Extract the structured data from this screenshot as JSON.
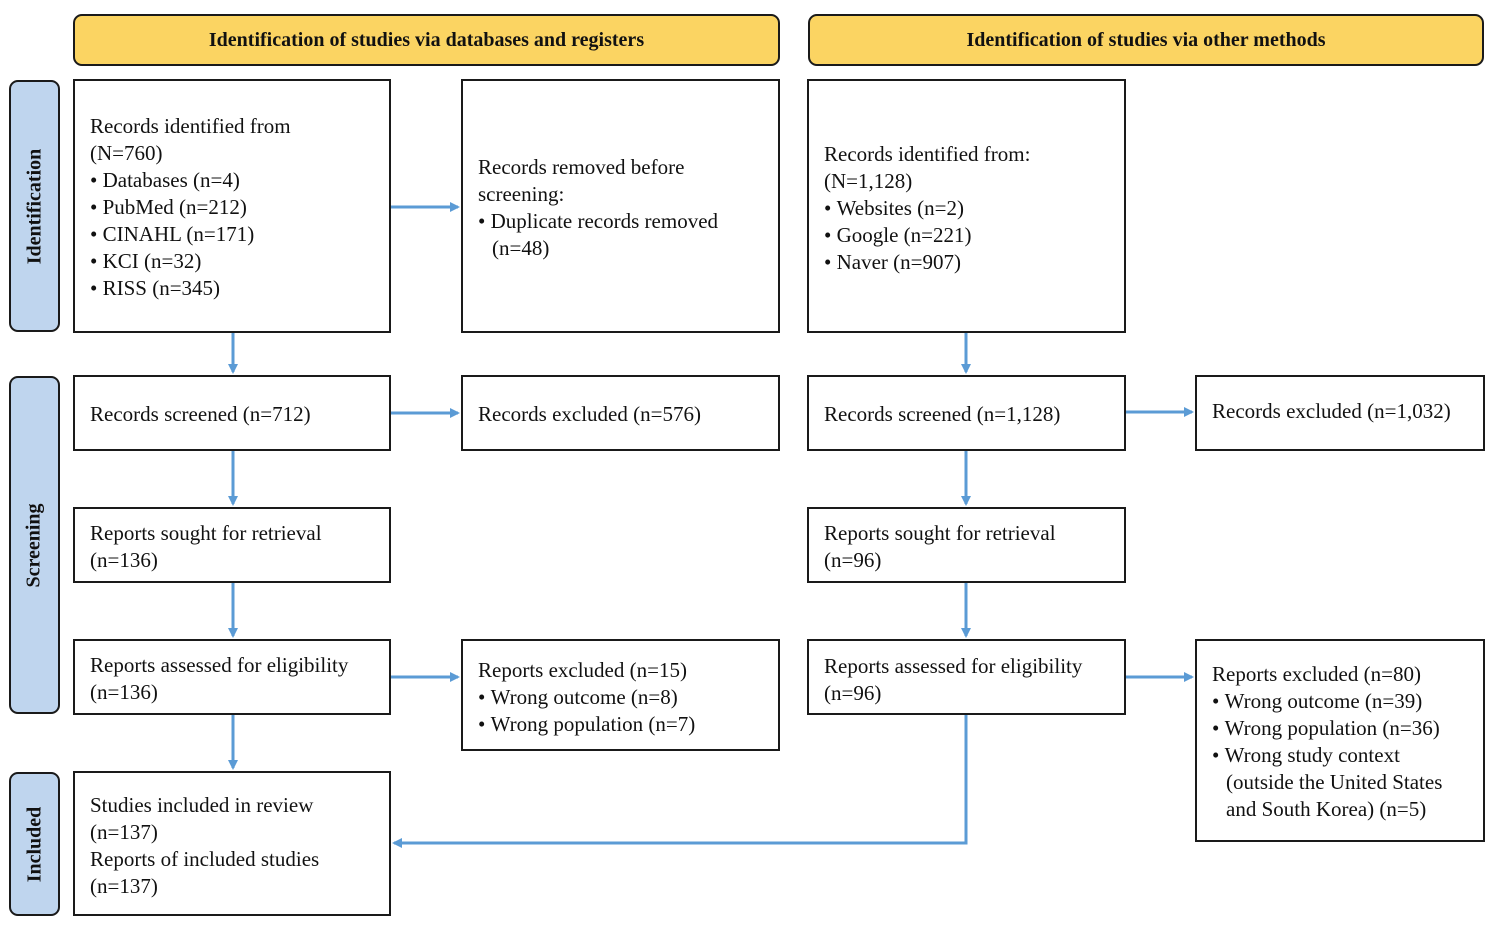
{
  "headers": {
    "left": "Identification of studies via databases and registers",
    "right": "Identification of studies via other methods"
  },
  "stages": {
    "identification": "Identification",
    "screening": "Screening",
    "included": "Included"
  },
  "left": {
    "identified": {
      "title": "Records identified from",
      "count": "(N=760)",
      "items": [
        "Databases (n=4)",
        "PubMed (n=212)",
        "CINAHL (n=171)",
        "KCI (n=32)",
        "RISS (n=345)"
      ]
    },
    "removed": {
      "title": "Records removed before",
      "title2": "screening:",
      "item": "Duplicate records removed",
      "item_cont": "(n=48)"
    },
    "screened": "Records screened (n=712)",
    "excluded": "Records excluded (n=576)",
    "sought": {
      "title": "Reports sought for retrieval",
      "count": "(n=136)"
    },
    "assessed": {
      "title": "Reports assessed for eligibility",
      "count": "(n=136)"
    },
    "reports_excluded": {
      "title": "Reports excluded (n=15)",
      "items": [
        "Wrong outcome (n=8)",
        "Wrong population (n=7)"
      ]
    },
    "included": {
      "line1": "Studies included in review",
      "line2": "(n=137)",
      "line3": "Reports of included studies",
      "line4": "(n=137)"
    }
  },
  "right": {
    "identified": {
      "title": "Records identified from:",
      "count": "(N=1,128)",
      "items": [
        "Websites (n=2)",
        "Google (n=221)",
        "Naver (n=907)"
      ]
    },
    "screened": "Records screened (n=1,128)",
    "excluded": "Records excluded (n=1,032)",
    "sought": {
      "title": "Reports sought for retrieval",
      "count": "(n=96)"
    },
    "assessed": {
      "title": "Reports assessed for eligibility",
      "count": "(n=96)"
    },
    "reports_excluded": {
      "title": "Reports excluded (n=80)",
      "items": [
        "Wrong outcome (n=39)",
        "Wrong population (n=36)",
        "Wrong study context"
      ],
      "cont1": "(outside the United States",
      "cont2": "and South Korea) (n=5)"
    }
  },
  "colors": {
    "header_fill": "#fbd462",
    "stage_fill": "#bfd5ee",
    "arrow": "#5b9bd5"
  }
}
